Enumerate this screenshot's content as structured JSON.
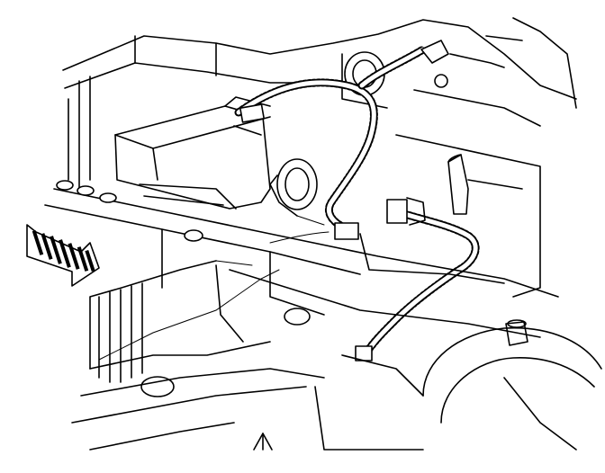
{
  "figure": {
    "kind": "technical line illustration",
    "components": [
      {
        "id": "engine-compartment",
        "icon": "engine-bay-structure"
      },
      {
        "id": "air-cleaner-box",
        "icon": "box"
      },
      {
        "id": "wiring-harness",
        "icon": "convoluted-conduit"
      },
      {
        "id": "harness-connectors",
        "icon": "connector"
      },
      {
        "id": "hose",
        "icon": "hose"
      },
      {
        "id": "wheelhouse",
        "icon": "wheel-well"
      },
      {
        "id": "frame-rail",
        "icon": "rail"
      },
      {
        "id": "forward-arrow",
        "icon": "hatched-arrow"
      }
    ],
    "colors": {
      "line": "#000000",
      "background": "#ffffff"
    }
  }
}
